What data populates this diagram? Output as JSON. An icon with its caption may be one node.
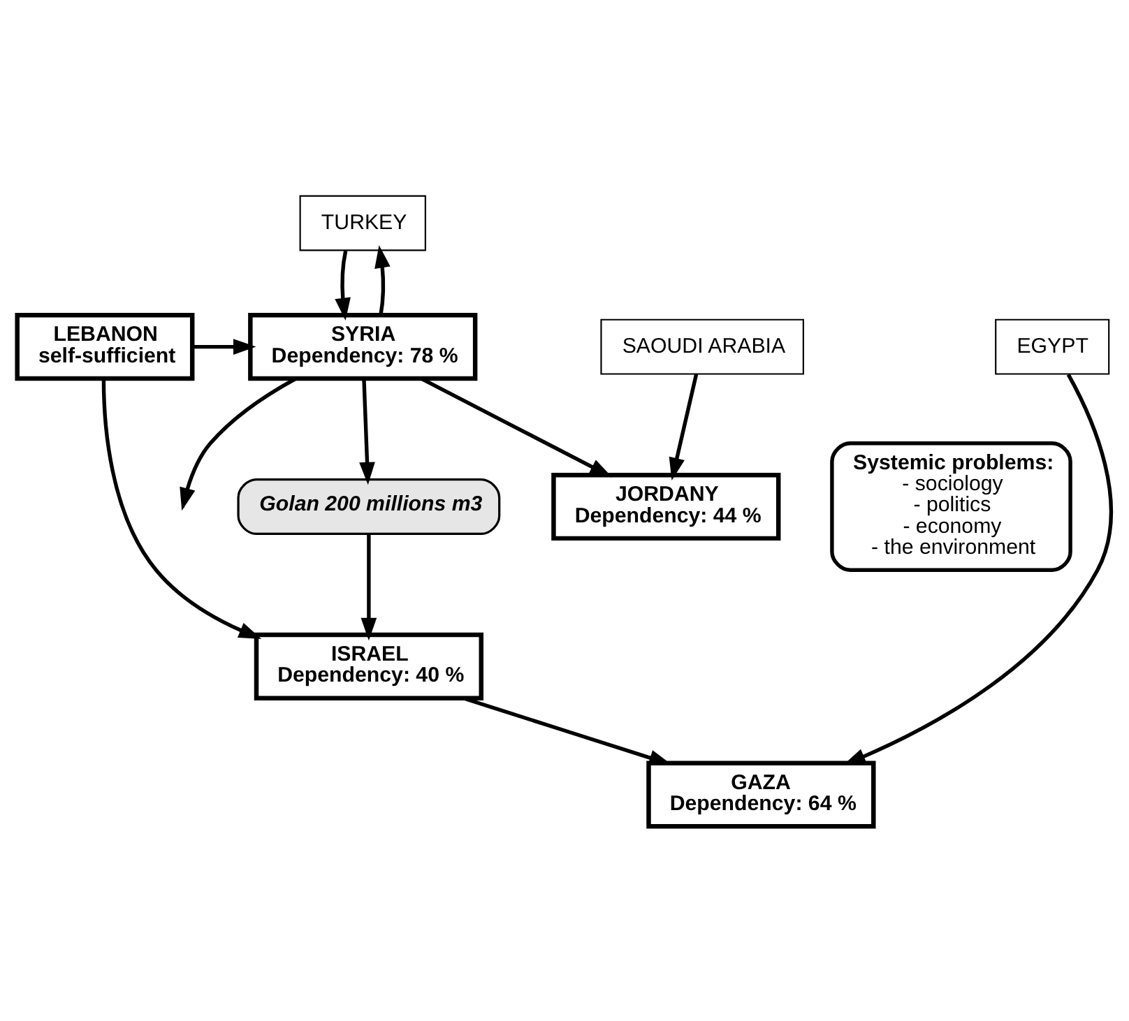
{
  "diagram": {
    "nodes": [
      {
        "text": [
          "TURKEY"
        ]
      },
      {
        "text": [
          "LEBANON",
          "self-sufficient"
        ]
      },
      {
        "text": [
          "SYRIA",
          "Dependency: 78 %"
        ]
      },
      {
        "text": [
          "ISRAEL",
          "Dependency: 40 %"
        ]
      },
      {
        "text": [
          "Golan 200 millions m3"
        ]
      },
      {
        "text": [
          "JORDANY",
          "Dependency: 44 %"
        ]
      },
      {
        "text": [
          "GAZA",
          "Dependency: 64 %"
        ]
      },
      {
        "text": [
          "EGYPT"
        ]
      },
      {
        "text": [
          "SAOUDI ARABIA"
        ]
      },
      {
        "text": [
          "Systemic problems:",
          "- sociology",
          "- politics",
          "- economy",
          "- the environment"
        ]
      }
    ],
    "edges": [
      {
        "from": 0,
        "to": 2,
        "arrow": "to"
      },
      {
        "from": 2,
        "to": 0,
        "arrow": "to"
      },
      {
        "from": 1,
        "to": 2,
        "arrow": "to"
      },
      {
        "from": 2,
        "to": 4,
        "arrow": "to"
      },
      {
        "from": 1,
        "to": 3,
        "arrow": "to"
      },
      {
        "from": 2,
        "to": 5,
        "arrow": "to"
      },
      {
        "from": 2,
        "to": null,
        "arrow": "to"
      },
      {
        "from": 4,
        "to": 3,
        "arrow": "to"
      },
      {
        "from": 3,
        "to": 6,
        "arrow": "to"
      },
      {
        "from": 7,
        "to": 6,
        "arrow": "to"
      },
      {
        "from": 8,
        "to": 5,
        "arrow": "to"
      }
    ]
  }
}
